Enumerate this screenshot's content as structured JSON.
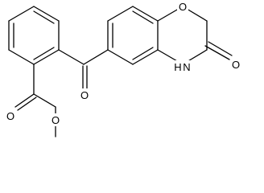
{
  "atoms": {
    "ester_carbonyl_oxygen": "O",
    "ester_single_oxygen": "O",
    "ketone_oxygen": "O",
    "ring_oxygen": "O",
    "lactam_nitrogen": "H",
    "lactam_nitrogen_h": "N",
    "lactam_carbonyl_oxygen": "O"
  }
}
